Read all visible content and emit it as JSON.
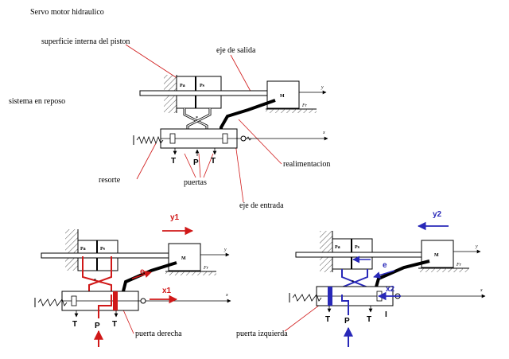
{
  "title": "Servo motor hidraulico",
  "labels": {
    "piston_surface": "superficie interna del piston",
    "output_shaft": "eje de salida",
    "rest": "sistema en reposo",
    "feedback": "realimentacion",
    "spring": "resorte",
    "ports": "puertas",
    "input_shaft": "eje de entrada",
    "right_port": "puerta derecha",
    "left_port": "puerta izquierda"
  },
  "symbols": {
    "pa": "Pa",
    "ps": "Ps",
    "mass": "M",
    "friction": "Fr",
    "y_axis": "y",
    "x_axis": "x",
    "tank": "T",
    "pressure": "P",
    "star": "*"
  },
  "arrows": {
    "y1": "y1",
    "e": "e",
    "x1": "x1",
    "y2": "y2",
    "x2": "x2",
    "i": "I"
  },
  "colors": {
    "line": "#000000",
    "red": "#d01818",
    "blue": "#2828b8",
    "ground_hatch": "#555555"
  }
}
